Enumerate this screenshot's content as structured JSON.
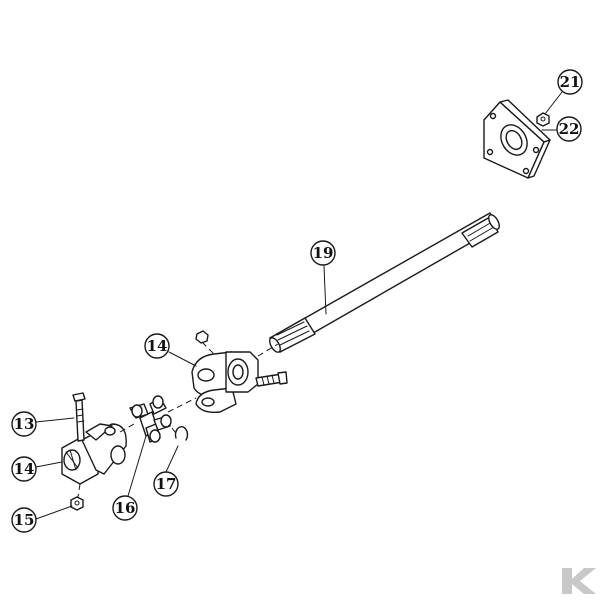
{
  "callouts": [
    {
      "id": "c13",
      "label": "13"
    },
    {
      "id": "c14a",
      "label": "14"
    },
    {
      "id": "c14b",
      "label": "14"
    },
    {
      "id": "c15",
      "label": "15"
    },
    {
      "id": "c16",
      "label": "16"
    },
    {
      "id": "c17",
      "label": "17"
    },
    {
      "id": "c19",
      "label": "19"
    },
    {
      "id": "c21",
      "label": "21"
    },
    {
      "id": "c22",
      "label": "22"
    }
  ],
  "colors": {
    "ink": "#1a1a1a",
    "background": "#ffffff",
    "watermark": "#c8c8c8"
  },
  "watermark": {
    "name": "brand-logo-watermark"
  }
}
